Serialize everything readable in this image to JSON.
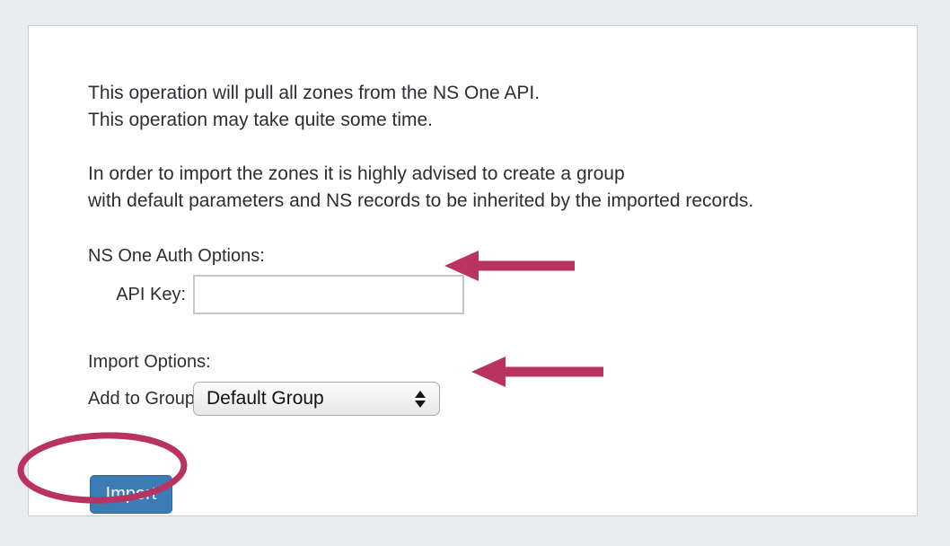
{
  "page": {
    "background_color": "#e9edf0",
    "panel_background": "#ffffff",
    "panel_border_color": "#cbcbcb"
  },
  "intro": {
    "line1": "This operation will pull all zones from the NS One API.",
    "line2": "This operation may take quite some time.",
    "line3": "In order to import the zones it is highly advised to create a group",
    "line4": "with default parameters and NS records to be inherited by the imported records."
  },
  "auth_section": {
    "heading": "NS One Auth Options:",
    "api_key": {
      "label": "API Key:",
      "value": "",
      "placeholder": ""
    }
  },
  "import_section": {
    "heading": "Import Options:",
    "add_to_group": {
      "label": "Add to Group:",
      "selected": "Default Group",
      "options": [
        "Default Group"
      ]
    }
  },
  "actions": {
    "import_button_label": "Import",
    "import_button_color": "#3b7cb5"
  },
  "annotations": {
    "color": "#b8335f",
    "arrow_api_key": "arrow-pointing-to-api-key-input",
    "arrow_add_to_group": "arrow-pointing-to-add-to-group-select",
    "ellipse_import": "ellipse-highlighting-import-button"
  }
}
